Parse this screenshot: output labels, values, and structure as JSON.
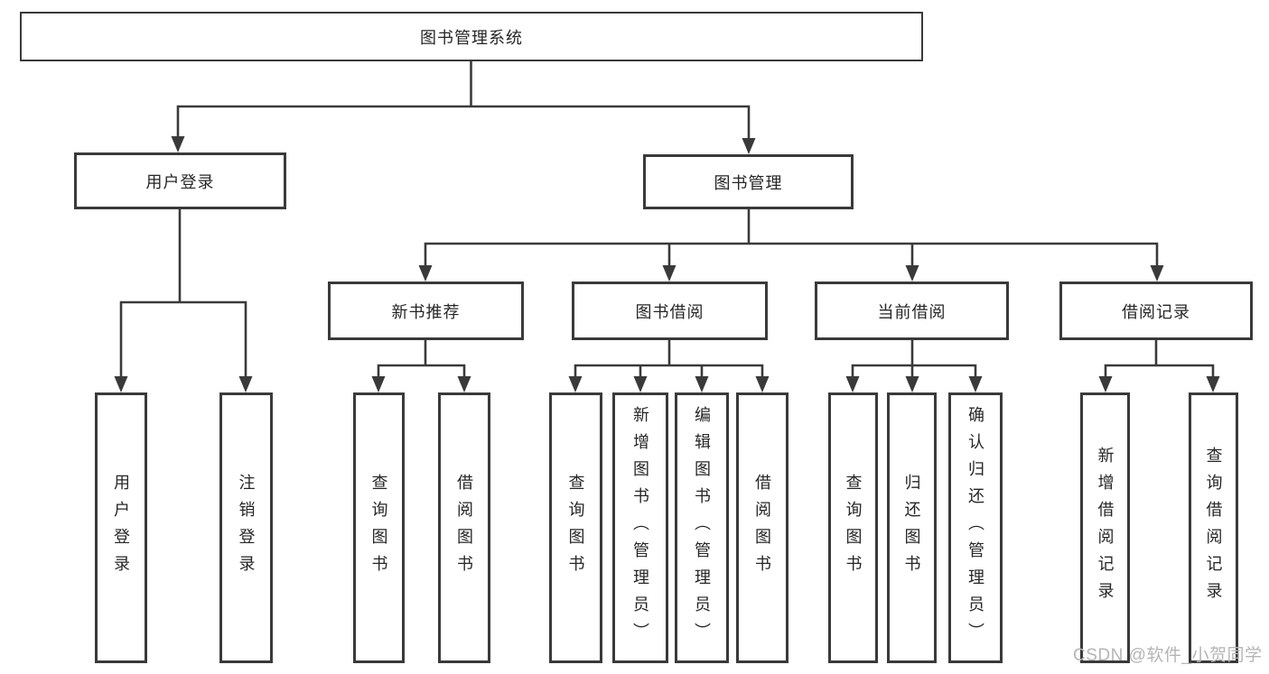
{
  "diagram": {
    "root_label": "图书管理系统",
    "user_branch": {
      "label": "用户登录",
      "children": [
        "用户登录",
        "注销登录"
      ]
    },
    "book_branch": {
      "label": "图书管理",
      "sections": [
        {
          "label": "新书推荐",
          "children": [
            "查询图书",
            "借阅图书"
          ]
        },
        {
          "label": "图书借阅",
          "children": [
            "查询图书",
            "新增图书（管理员）",
            "编辑图书（管理员）",
            "借阅图书"
          ]
        },
        {
          "label": "当前借阅",
          "children": [
            "查询图书",
            "归还图书",
            "确认归还（管理员）"
          ]
        },
        {
          "label": "借阅记录",
          "children": [
            "新增借阅记录",
            "查询借阅记录"
          ]
        }
      ]
    },
    "watermark": "CSDN @软件_小贺同学"
  },
  "colors": {
    "line": "#3a3a3a",
    "text": "#262626",
    "box_background": "#ffffff",
    "watermark": "#b5b5b5"
  }
}
